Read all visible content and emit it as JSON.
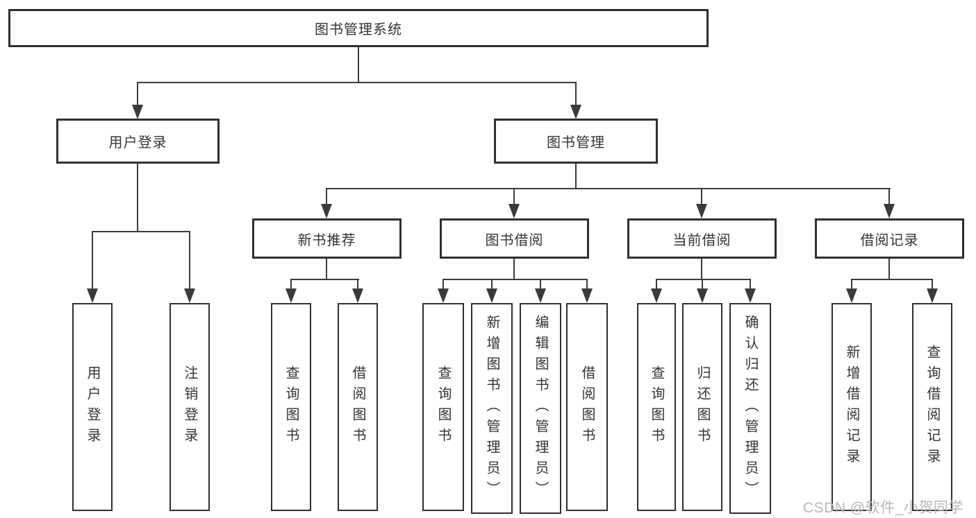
{
  "diagram": {
    "root": {
      "label": "图书管理系统"
    },
    "level2": [
      {
        "label": "用户登录"
      },
      {
        "label": "图书管理"
      }
    ],
    "level3": [
      {
        "label": "新书推荐"
      },
      {
        "label": "图书借阅"
      },
      {
        "label": "当前借阅"
      },
      {
        "label": "借阅记录"
      }
    ],
    "leaves": [
      {
        "label": "用户登录"
      },
      {
        "label": "注销登录"
      },
      {
        "label": "查询图书"
      },
      {
        "label": "借阅图书"
      },
      {
        "label": "查询图书"
      },
      {
        "label": "新增图书（管理员）"
      },
      {
        "label": "编辑图书（管理员）"
      },
      {
        "label": "借阅图书"
      },
      {
        "label": "查询图书"
      },
      {
        "label": "归还图书"
      },
      {
        "label": "确认归还（管理员）"
      },
      {
        "label": "新增借阅记录"
      },
      {
        "label": "查询借阅记录"
      }
    ]
  },
  "watermark": {
    "text": "CSDN @软件_小贺同学"
  },
  "colors": {
    "line": "#3a3a3a",
    "border": "#2f2f2f",
    "text": "#333333",
    "watermark": "#b7b7b7",
    "background": "#ffffff"
  }
}
